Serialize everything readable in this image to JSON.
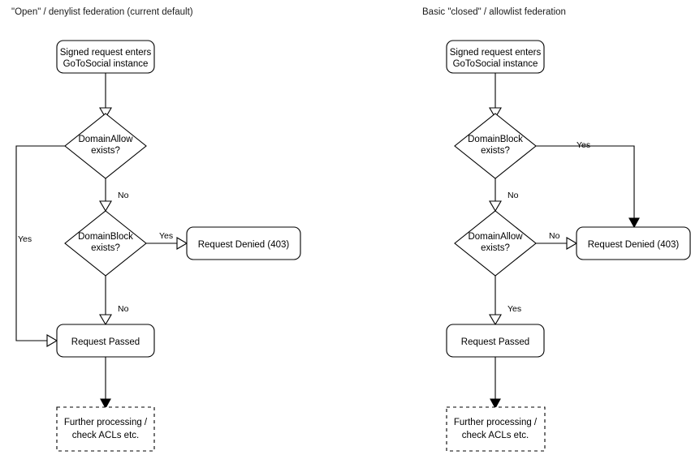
{
  "diagram": {
    "type": "flowchart",
    "background": "#ffffff",
    "stroke_color": "#000000",
    "text_color": "#000000",
    "panels": [
      {
        "id": "denylist",
        "title": "\"Open\" / denylist federation (current default)",
        "nodes": [
          {
            "id": "entry",
            "shape": "rounded-rect",
            "line1": "Signed request enters",
            "line2": "GoToSocial instance"
          },
          {
            "id": "allow",
            "shape": "diamond",
            "line1": "DomainAllow",
            "line2": "exists?"
          },
          {
            "id": "block",
            "shape": "diamond",
            "line1": "DomainBlock",
            "line2": "exists?"
          },
          {
            "id": "denied",
            "shape": "rounded-rect",
            "line1": "Request Denied (403)",
            "line2": ""
          },
          {
            "id": "passed",
            "shape": "rounded-rect",
            "line1": "Request Passed",
            "line2": ""
          },
          {
            "id": "further",
            "shape": "dashed-rect",
            "line1": "Further processing /",
            "line2": "check ACLs etc."
          }
        ],
        "edges": [
          {
            "from": "entry",
            "to": "allow",
            "label": "",
            "arrow": "open"
          },
          {
            "from": "allow",
            "to": "block",
            "label": "No",
            "arrow": "open"
          },
          {
            "from": "allow",
            "to": "passed",
            "label": "Yes",
            "arrow": "open"
          },
          {
            "from": "block",
            "to": "denied",
            "label": "Yes",
            "arrow": "open"
          },
          {
            "from": "block",
            "to": "passed",
            "label": "No",
            "arrow": "open"
          },
          {
            "from": "passed",
            "to": "further",
            "label": "",
            "arrow": "solid"
          }
        ]
      },
      {
        "id": "allowlist",
        "title": "Basic \"closed\" / allowlist federation",
        "nodes": [
          {
            "id": "entry",
            "shape": "rounded-rect",
            "line1": "Signed request enters",
            "line2": "GoToSocial instance"
          },
          {
            "id": "block",
            "shape": "diamond",
            "line1": "DomainBlock",
            "line2": "exists?"
          },
          {
            "id": "allow",
            "shape": "diamond",
            "line1": "DomainAllow",
            "line2": "exists?"
          },
          {
            "id": "denied",
            "shape": "rounded-rect",
            "line1": "Request Denied (403)",
            "line2": ""
          },
          {
            "id": "passed",
            "shape": "rounded-rect",
            "line1": "Request Passed",
            "line2": ""
          },
          {
            "id": "further",
            "shape": "dashed-rect",
            "line1": "Further processing /",
            "line2": "check ACLs etc."
          }
        ],
        "edges": [
          {
            "from": "entry",
            "to": "block",
            "label": "",
            "arrow": "open"
          },
          {
            "from": "block",
            "to": "denied",
            "label": "Yes",
            "arrow": "solid"
          },
          {
            "from": "block",
            "to": "allow",
            "label": "No",
            "arrow": "open"
          },
          {
            "from": "allow",
            "to": "denied",
            "label": "No",
            "arrow": "open"
          },
          {
            "from": "allow",
            "to": "passed",
            "label": "Yes",
            "arrow": "open"
          },
          {
            "from": "passed",
            "to": "further",
            "label": "",
            "arrow": "solid"
          }
        ]
      }
    ]
  }
}
